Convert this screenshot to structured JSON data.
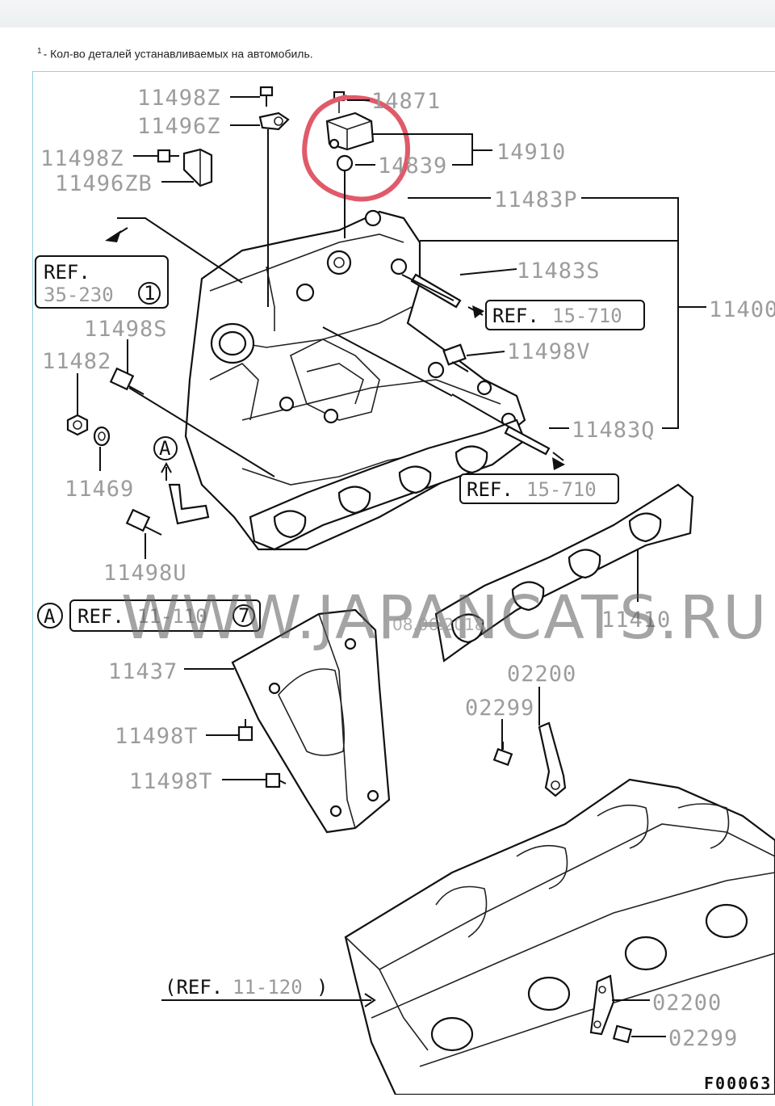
{
  "footnote": {
    "number": "1",
    "text": "- Кол-во деталей устанавливаемых на автомобиль."
  },
  "watermark": {
    "text": "WWW.JAPANCATS.RU",
    "date": "08.06.2018"
  },
  "diagram_code": "F00063",
  "highlight_color": "#e05a6a",
  "parts": {
    "p11498z_a": "11498Z",
    "p11496z": "11496Z",
    "p11498z_b": "11498Z",
    "p11496zb": "11496ZB",
    "p14871": "14871",
    "p14910": "14910",
    "p14839": "14839",
    "p11483p": "11483P",
    "p11483s": "11483S",
    "p11400": "11400",
    "p11498s": "11498S",
    "p11482": "11482",
    "p11498v": "11498V",
    "p11483q": "11483Q",
    "p11469": "11469",
    "p11498u": "11498U",
    "p11410": "11410",
    "p11437": "11437",
    "p02200_a": "02200",
    "p02299_a": "02299",
    "p11498t_a": "11498T",
    "p11498t_b": "11498T",
    "p02200_b": "02200",
    "p02299_b": "02299"
  },
  "refs": {
    "r1": {
      "label": "REF.",
      "num": "35-230",
      "badge": "1"
    },
    "r2": {
      "label": "REF.",
      "num": "15-710"
    },
    "r3": {
      "label": "REF.",
      "num": "15-710"
    },
    "r4": {
      "label": "REF.",
      "num": "11-110",
      "badge": "7",
      "marker": "A"
    },
    "r5": {
      "open": "(REF.",
      "num": "11-120",
      "close": ")"
    }
  },
  "marker_a": "A"
}
